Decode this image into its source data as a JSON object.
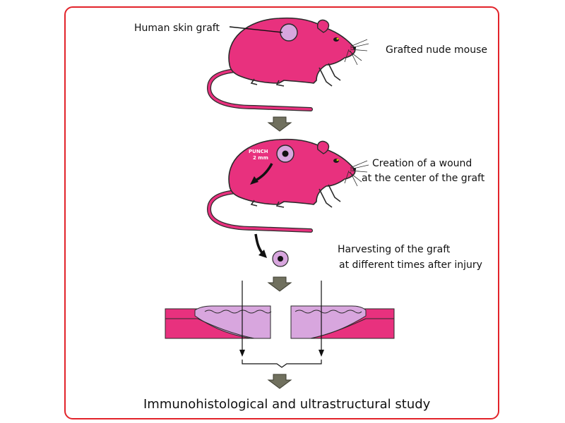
{
  "colors": {
    "frame": "#e2232a",
    "mouse": "#e8317e",
    "mouse_outline": "#2a2a2a",
    "graft": "#d8a6de",
    "arrow": "#70705e",
    "tissue": "#e8317e",
    "tissue_graft": "#d8a6de"
  },
  "labels": {
    "graft": "Human skin graft",
    "grafted_mouse": "Grafted nude mouse",
    "wound_line1": "Creation of a wound",
    "wound_line2": "at the center of the graft",
    "harvest_line1": "Harvesting of the graft",
    "harvest_line2": "at different times after injury",
    "punch_line1": "PUNCH",
    "punch_line2": "2 mm",
    "study": "Immunohistological and ultrastructural study"
  },
  "icons": {
    "mouse": "mouse-icon",
    "flow_arrow": "down-arrow-icon",
    "biopsy": "graft-biopsy-icon"
  }
}
